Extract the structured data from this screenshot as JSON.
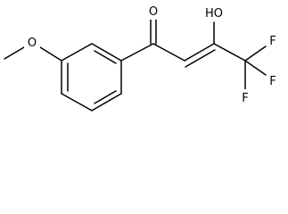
{
  "atoms": {
    "methoxy_o": "O",
    "carbonyl_o": "O",
    "hydroxyl": "HO",
    "fluorine_1": "F",
    "fluorine_2": "F",
    "fluorine_3": "F"
  }
}
